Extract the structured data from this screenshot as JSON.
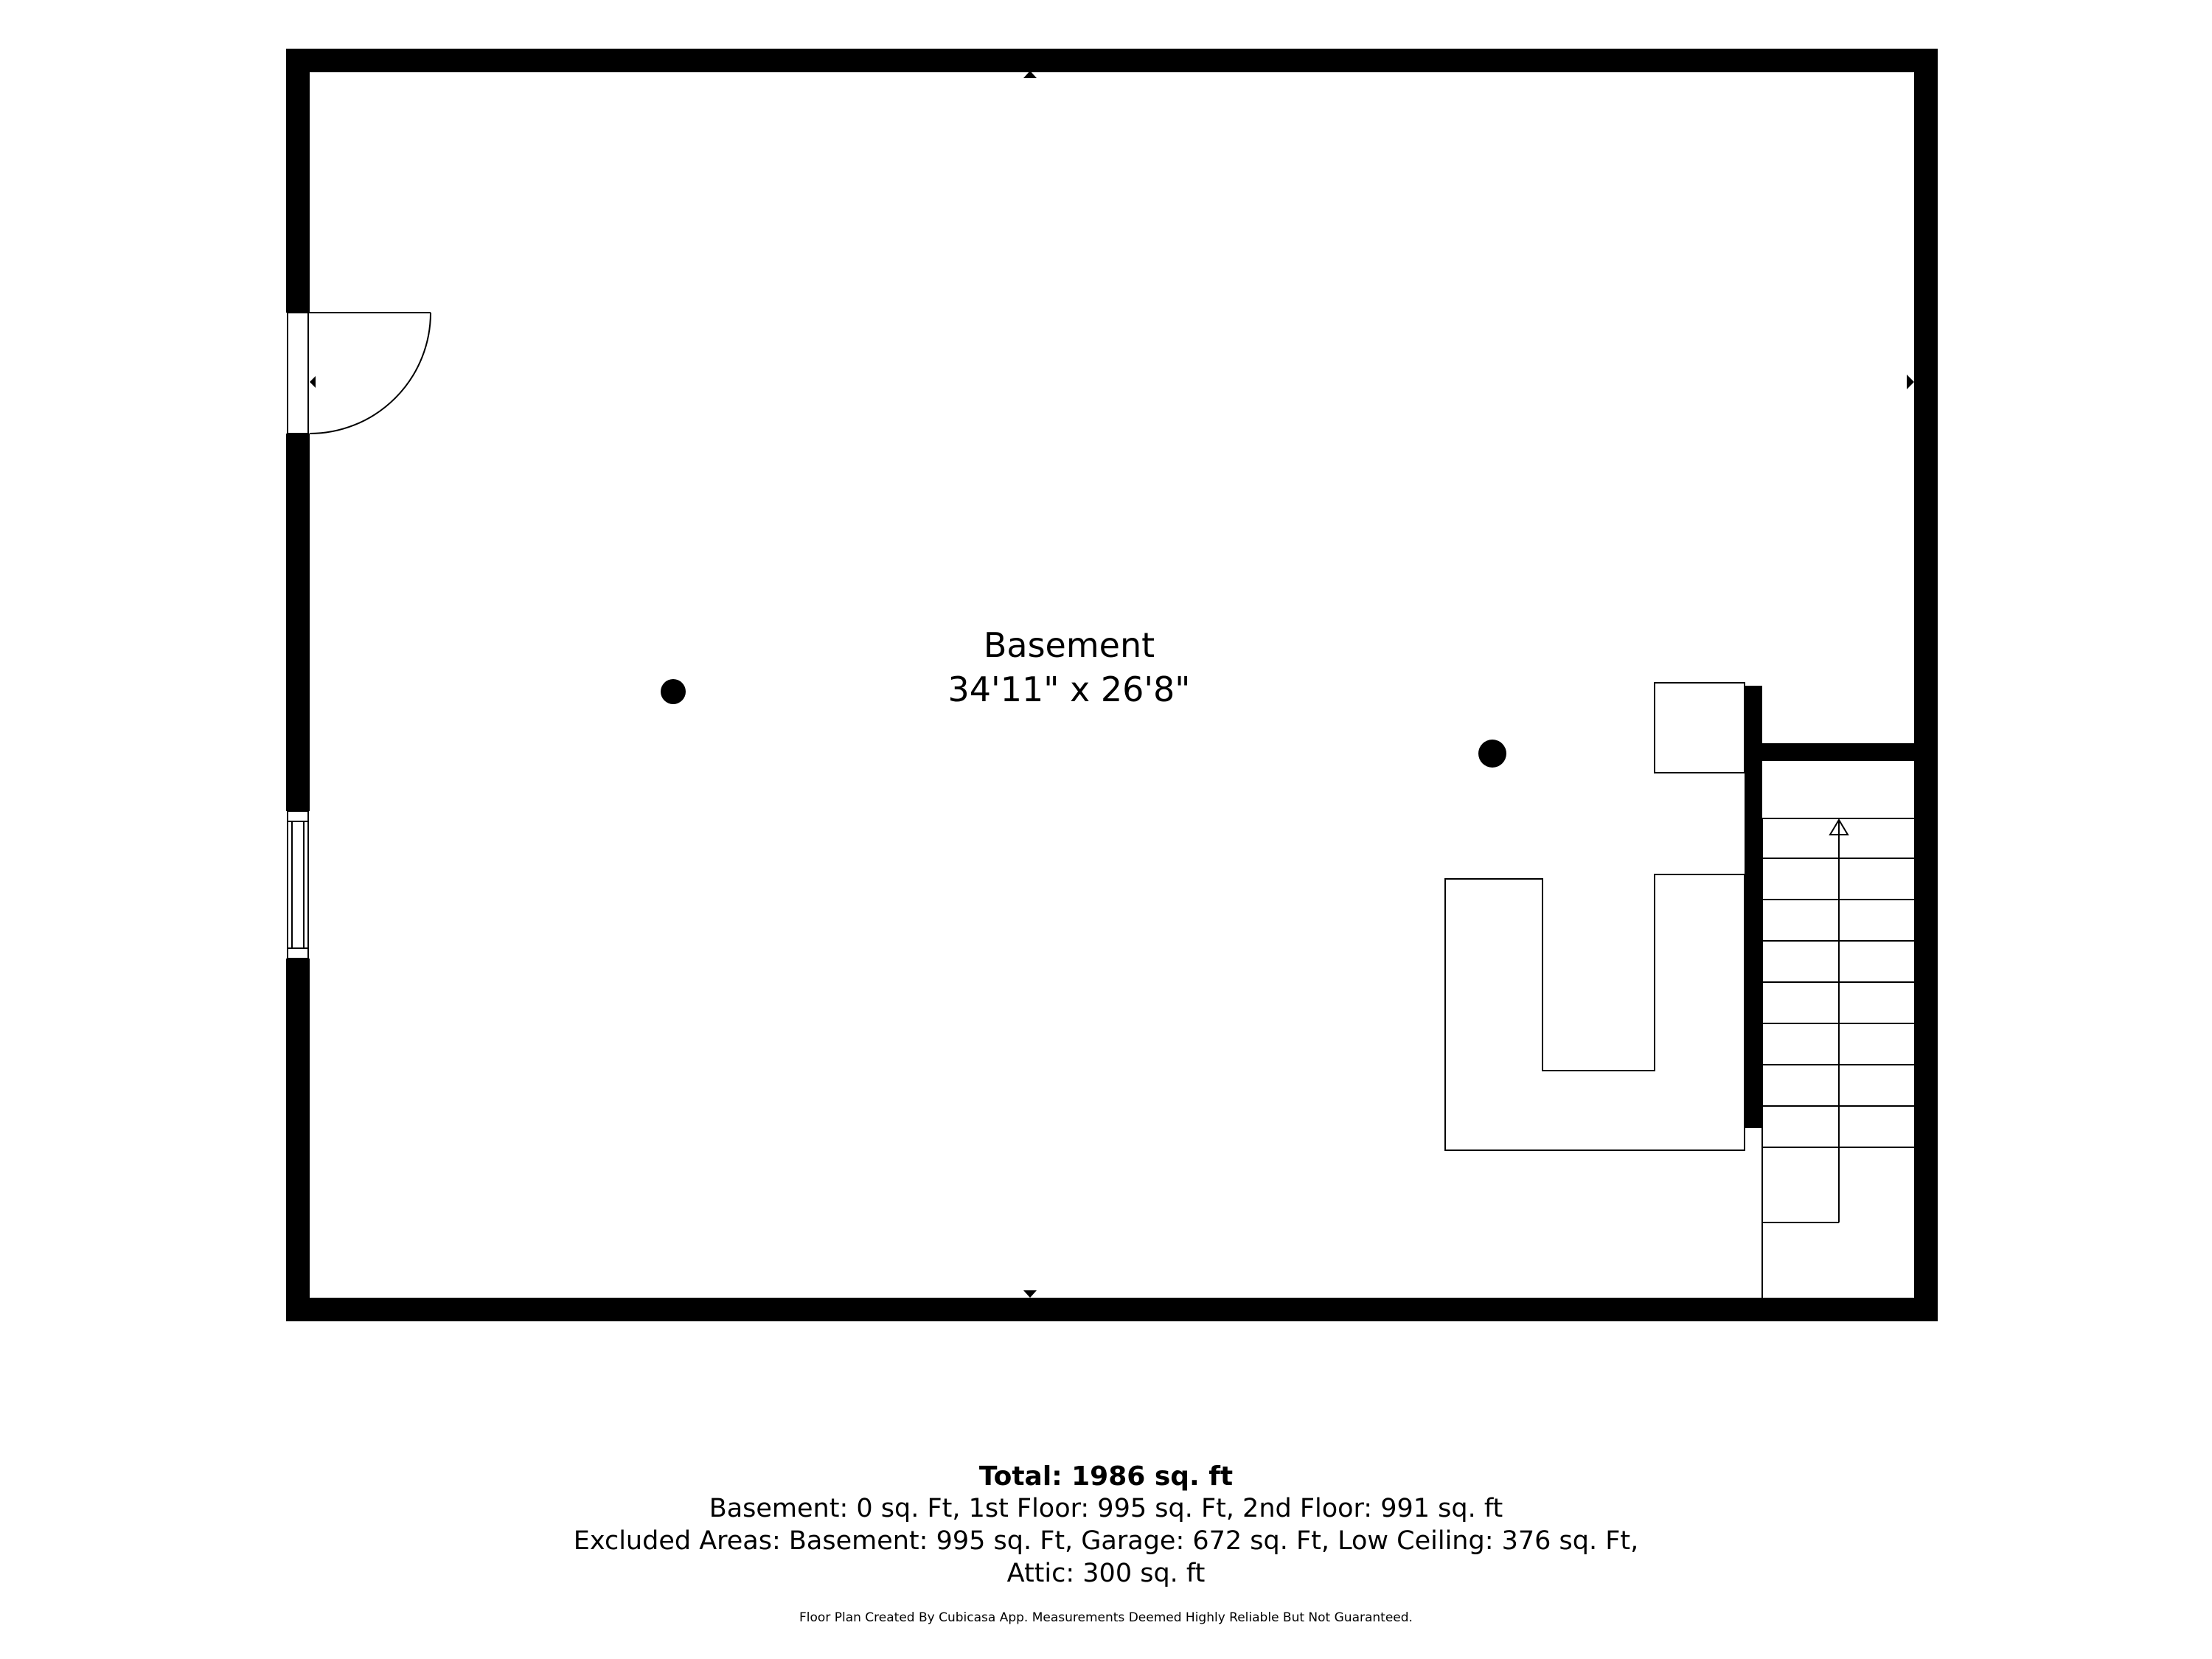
{
  "room": {
    "name": "Basement",
    "dimensions": "34'11\" x 26'8\""
  },
  "summary": {
    "total": "Total: 1986 sq. ft",
    "line1": "Basement: 0 sq. Ft, 1st Floor: 995 sq. Ft, 2nd Floor: 991 sq. ft",
    "line2": "Excluded Areas: Basement: 995 sq. Ft, Garage: 672 sq. Ft, Low Ceiling: 376 sq. Ft,",
    "line3": "Attic: 300 sq. ft"
  },
  "disclaimer": "Floor Plan Created By Cubicasa App. Measurements Deemed Highly Reliable But Not Guaranteed.",
  "colors": {
    "wall": "#000000",
    "background": "#ffffff"
  }
}
